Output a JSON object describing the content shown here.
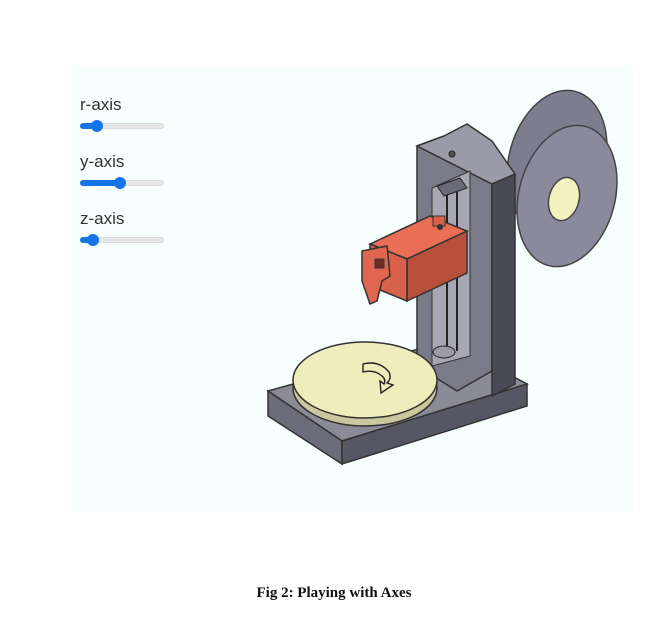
{
  "sliders": [
    {
      "label": "r-axis",
      "value": 0.2
    },
    {
      "label": "y-axis",
      "value": 0.48
    },
    {
      "label": "z-axis",
      "value": 0.15
    }
  ],
  "caption": "Fig 2: Playing with Axes",
  "colors": {
    "accent": "#1574e8",
    "frame": "#6e6e7e",
    "plate": "#eeeebd",
    "carriage": "#d9604a",
    "viewer_bg": "#f7fefe"
  },
  "icons": {
    "plate_arrow": "rotate-arrow-icon"
  }
}
